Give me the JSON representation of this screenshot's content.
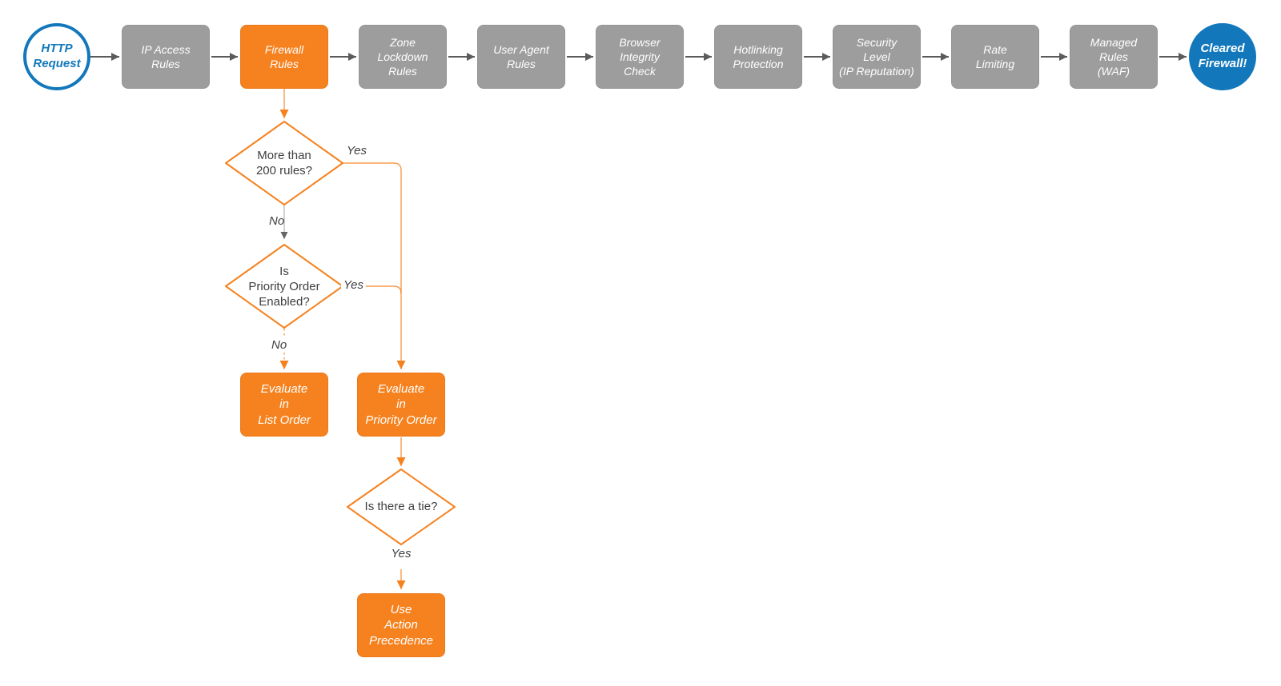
{
  "flow": {
    "start": {
      "label": "HTTP\nRequest"
    },
    "stages": [
      "IP Access\nRules",
      "Firewall\nRules",
      "Zone\nLockdown\nRules",
      "User Agent\nRules",
      "Browser\nIntegrity\nCheck",
      "Hotlinking\nProtection",
      "Security\nLevel\n(IP Reputation)",
      "Rate\nLimiting",
      "Managed\nRules\n(WAF)"
    ],
    "end": {
      "label": "Cleared\nFirewall!"
    },
    "decisions": [
      {
        "question": "More than\n200 rules?",
        "yes_label": "Yes",
        "no_label": "No"
      },
      {
        "question": "Is\nPriority Order\nEnabled?",
        "yes_label": "Yes",
        "no_label": "No"
      },
      {
        "question": "Is there a tie?",
        "yes_label": "Yes"
      }
    ],
    "actions": [
      {
        "label": "Evaluate\nin\nList Order"
      },
      {
        "label": "Evaluate\nin\nPriority Order"
      },
      {
        "label": "Use\nAction\nPrecedence"
      }
    ]
  },
  "colors": {
    "accent_orange": "#f6821f",
    "node_gray": "#9d9d9d",
    "accent_blue": "#1278bb",
    "connector_dark": "#5b5b5b",
    "connector_gray": "#bdbdbd",
    "text_dark": "#3f3f3f"
  }
}
